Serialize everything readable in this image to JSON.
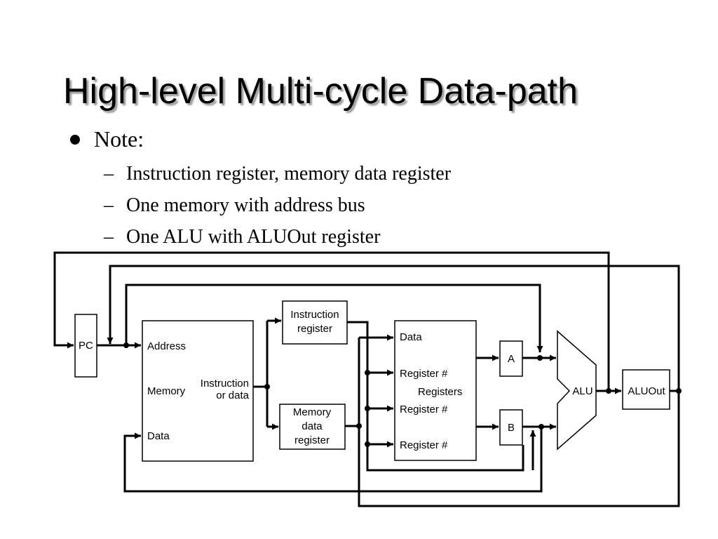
{
  "slide": {
    "title": "High-level Multi-cycle Data-path",
    "bullet": "Note:",
    "subbullets": [
      "Instruction register, memory data register",
      "One memory with address bus",
      "One ALU with ALUOut register"
    ]
  },
  "diagram": {
    "pc": "PC",
    "memory": {
      "label": "Memory",
      "address": "Address",
      "data": "Data",
      "output_line1": "Instruction",
      "output_line2": "or data"
    },
    "instruction_register": {
      "line1": "Instruction",
      "line2": "register"
    },
    "memory_data_register": {
      "line1": "Memory",
      "line2": "data",
      "line3": "register"
    },
    "registers": {
      "label": "Registers",
      "data": "Data",
      "reg1": "Register #",
      "reg2": "Register #",
      "reg3": "Register #"
    },
    "a": "A",
    "b": "B",
    "alu": "ALU",
    "aluout": "ALUOut"
  }
}
